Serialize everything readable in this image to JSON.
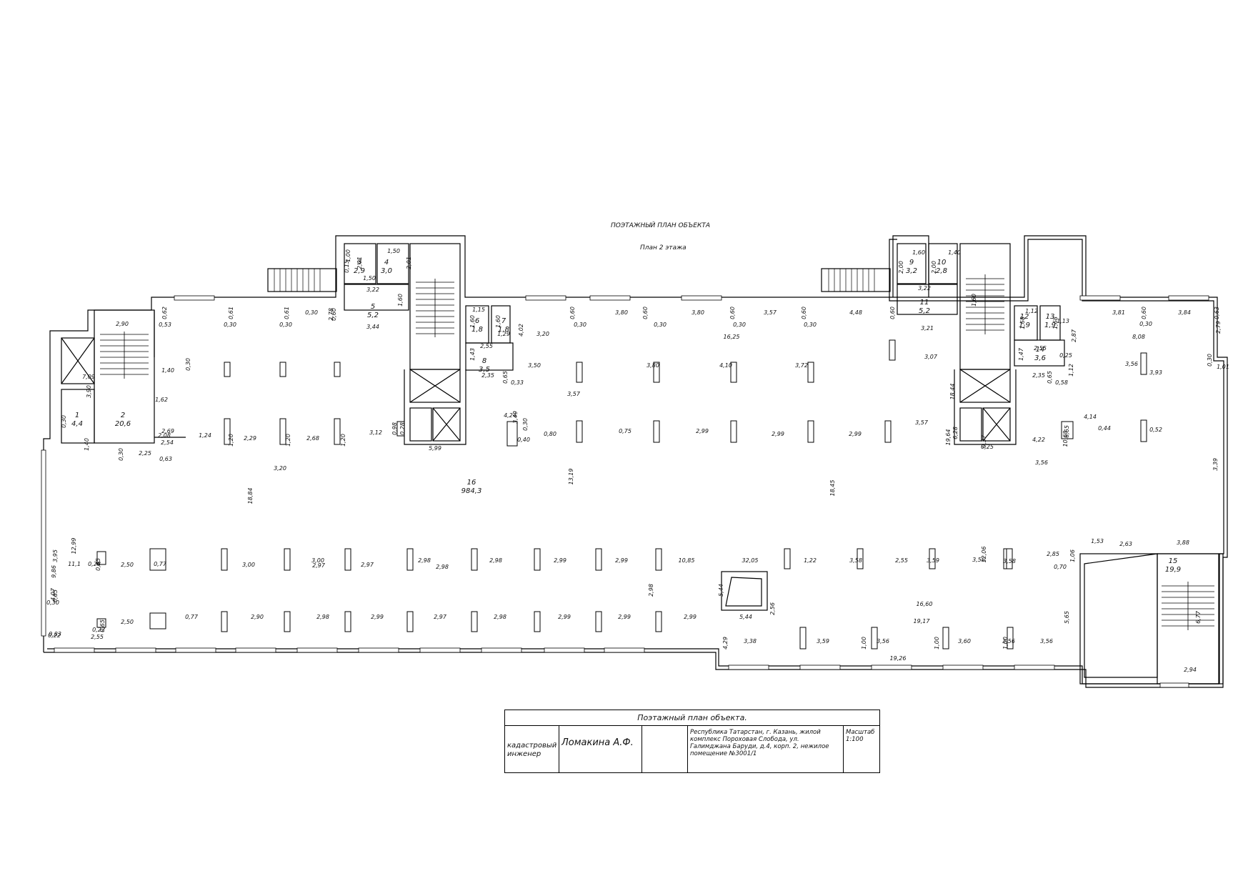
{
  "header": {
    "title": "ПОЭТАЖНЫЙ ПЛАН ОБЪЕКТА",
    "subtitle": "План 2 этажа"
  },
  "rooms": [
    {
      "num": "1",
      "area": "4,4"
    },
    {
      "num": "2",
      "area": "20,6"
    },
    {
      "num": "3",
      "area": "2,9"
    },
    {
      "num": "4",
      "area": "3,0"
    },
    {
      "num": "5",
      "area": "5,2"
    },
    {
      "num": "6",
      "area": "1,8"
    },
    {
      "num": "7",
      "area": "1,8"
    },
    {
      "num": "8",
      "area": "3,5"
    },
    {
      "num": "9",
      "area": "3,2"
    },
    {
      "num": "10",
      "area": "2,8"
    },
    {
      "num": "11",
      "area": "5,2"
    },
    {
      "num": "12",
      "area": "1,9"
    },
    {
      "num": "13",
      "area": "1,9"
    },
    {
      "num": "14",
      "area": "3,6"
    },
    {
      "num": "15",
      "area": "19,9"
    },
    {
      "num": "16",
      "area": "984,3"
    }
  ],
  "dimensions": [
    "2,90",
    "0,62",
    "0,53",
    "0,30",
    "0,61",
    "0,30",
    "0,61",
    "0,30",
    "2,78",
    "0,60",
    "3,44",
    "3,22",
    "1,60",
    "1,50",
    "1,00",
    "0,15",
    "2,01",
    "1,50",
    "2,01",
    "1,15",
    "1,60",
    "1,60",
    "1,29",
    "4,02",
    "1,43",
    "2,55",
    "0,65",
    "2,35",
    "0,33",
    "3,20",
    "0,60",
    "0,30",
    "3,80",
    "0,60",
    "0,30",
    "3,80",
    "0,60",
    "0,30",
    "3,57",
    "0,60",
    "0,30",
    "4,48",
    "0,60",
    "2,00",
    "1,60",
    "1,40",
    "2,00",
    "3,22",
    "1,60",
    "3,21",
    "1,12",
    "1,68",
    "1,68",
    "1,13",
    "2,87",
    "1,47",
    "2,55",
    "0,25",
    "0,65",
    "0,58",
    "1,12",
    "2,35",
    "3,81",
    "0,60",
    "0,30",
    "3,84",
    "0,63",
    "2,79",
    "0,30",
    "1,01",
    "8,08",
    "16,25",
    "3,07",
    "3,56",
    "3,93",
    "1,40",
    "0,30",
    "7,09",
    "1,62",
    "3,90",
    "2,69",
    "1,40",
    "2,08",
    "0,30",
    "2,54",
    "1,24",
    "0,30",
    "2,25",
    "0,63",
    "1,20",
    "1,20",
    "1,20",
    "2,29",
    "2,68",
    "3,12",
    "0,98",
    "0,28",
    "5,99",
    "4,24",
    "3,49",
    "0,30",
    "0,40",
    "0,80",
    "0,75",
    "2,99",
    "2,99",
    "2,99",
    "3,57",
    "3,57",
    "3,80",
    "4,10",
    "3,72",
    "3,50",
    "3,20",
    "18,84",
    "13,19",
    "18,45",
    "18,44",
    "19,64",
    "6,28",
    "0,37",
    "0,25",
    "4,22",
    "3,56",
    "4,14",
    "6,65",
    "10,68",
    "0,44",
    "0,52",
    "3,39",
    "12,99",
    "3,95",
    "9,86",
    "11,1",
    "0,85",
    "0,22",
    "2,55",
    "0,85",
    "0,28",
    "2,50",
    "0,77",
    "3,00",
    "2,97",
    "3,00",
    "2,97",
    "2,98",
    "2,98",
    "2,98",
    "2,99",
    "2,99",
    "10,85",
    "32,05",
    "1,22",
    "3,58",
    "2,55",
    "3,59",
    "3,56",
    "3,58",
    "12,06",
    "2,85",
    "1,06",
    "0,70",
    "1,53",
    "2,63",
    "3,88",
    "4,07",
    "0,83",
    "0,30",
    "0,22",
    "0,65",
    "2,50",
    "0,77",
    "2,90",
    "2,98",
    "2,99",
    "2,97",
    "2,98",
    "2,99",
    "2,99",
    "2,99",
    "2,98",
    "5,44",
    "5,44",
    "2,56",
    "4,29",
    "3,38",
    "3,59",
    "3,56",
    "3,60",
    "3,56",
    "3,56",
    "1,00",
    "1,00",
    "1,00",
    "16,60",
    "19,17",
    "19,26",
    "5,65",
    "6,77",
    "2,94"
  ],
  "stamp": {
    "title": "Поэтажный план объекта.",
    "role": "кадастровый инженер",
    "name": "Ломакина А.Ф.",
    "address": "Республика Татарстан, г. Казань, жилой комплекс Пороховая Слобода, ул. Галимджана Баруди, д.4, корп. 2, нежилое помещение №3001/1",
    "scale_label": "Масштаб",
    "scale_value": "1:100"
  }
}
